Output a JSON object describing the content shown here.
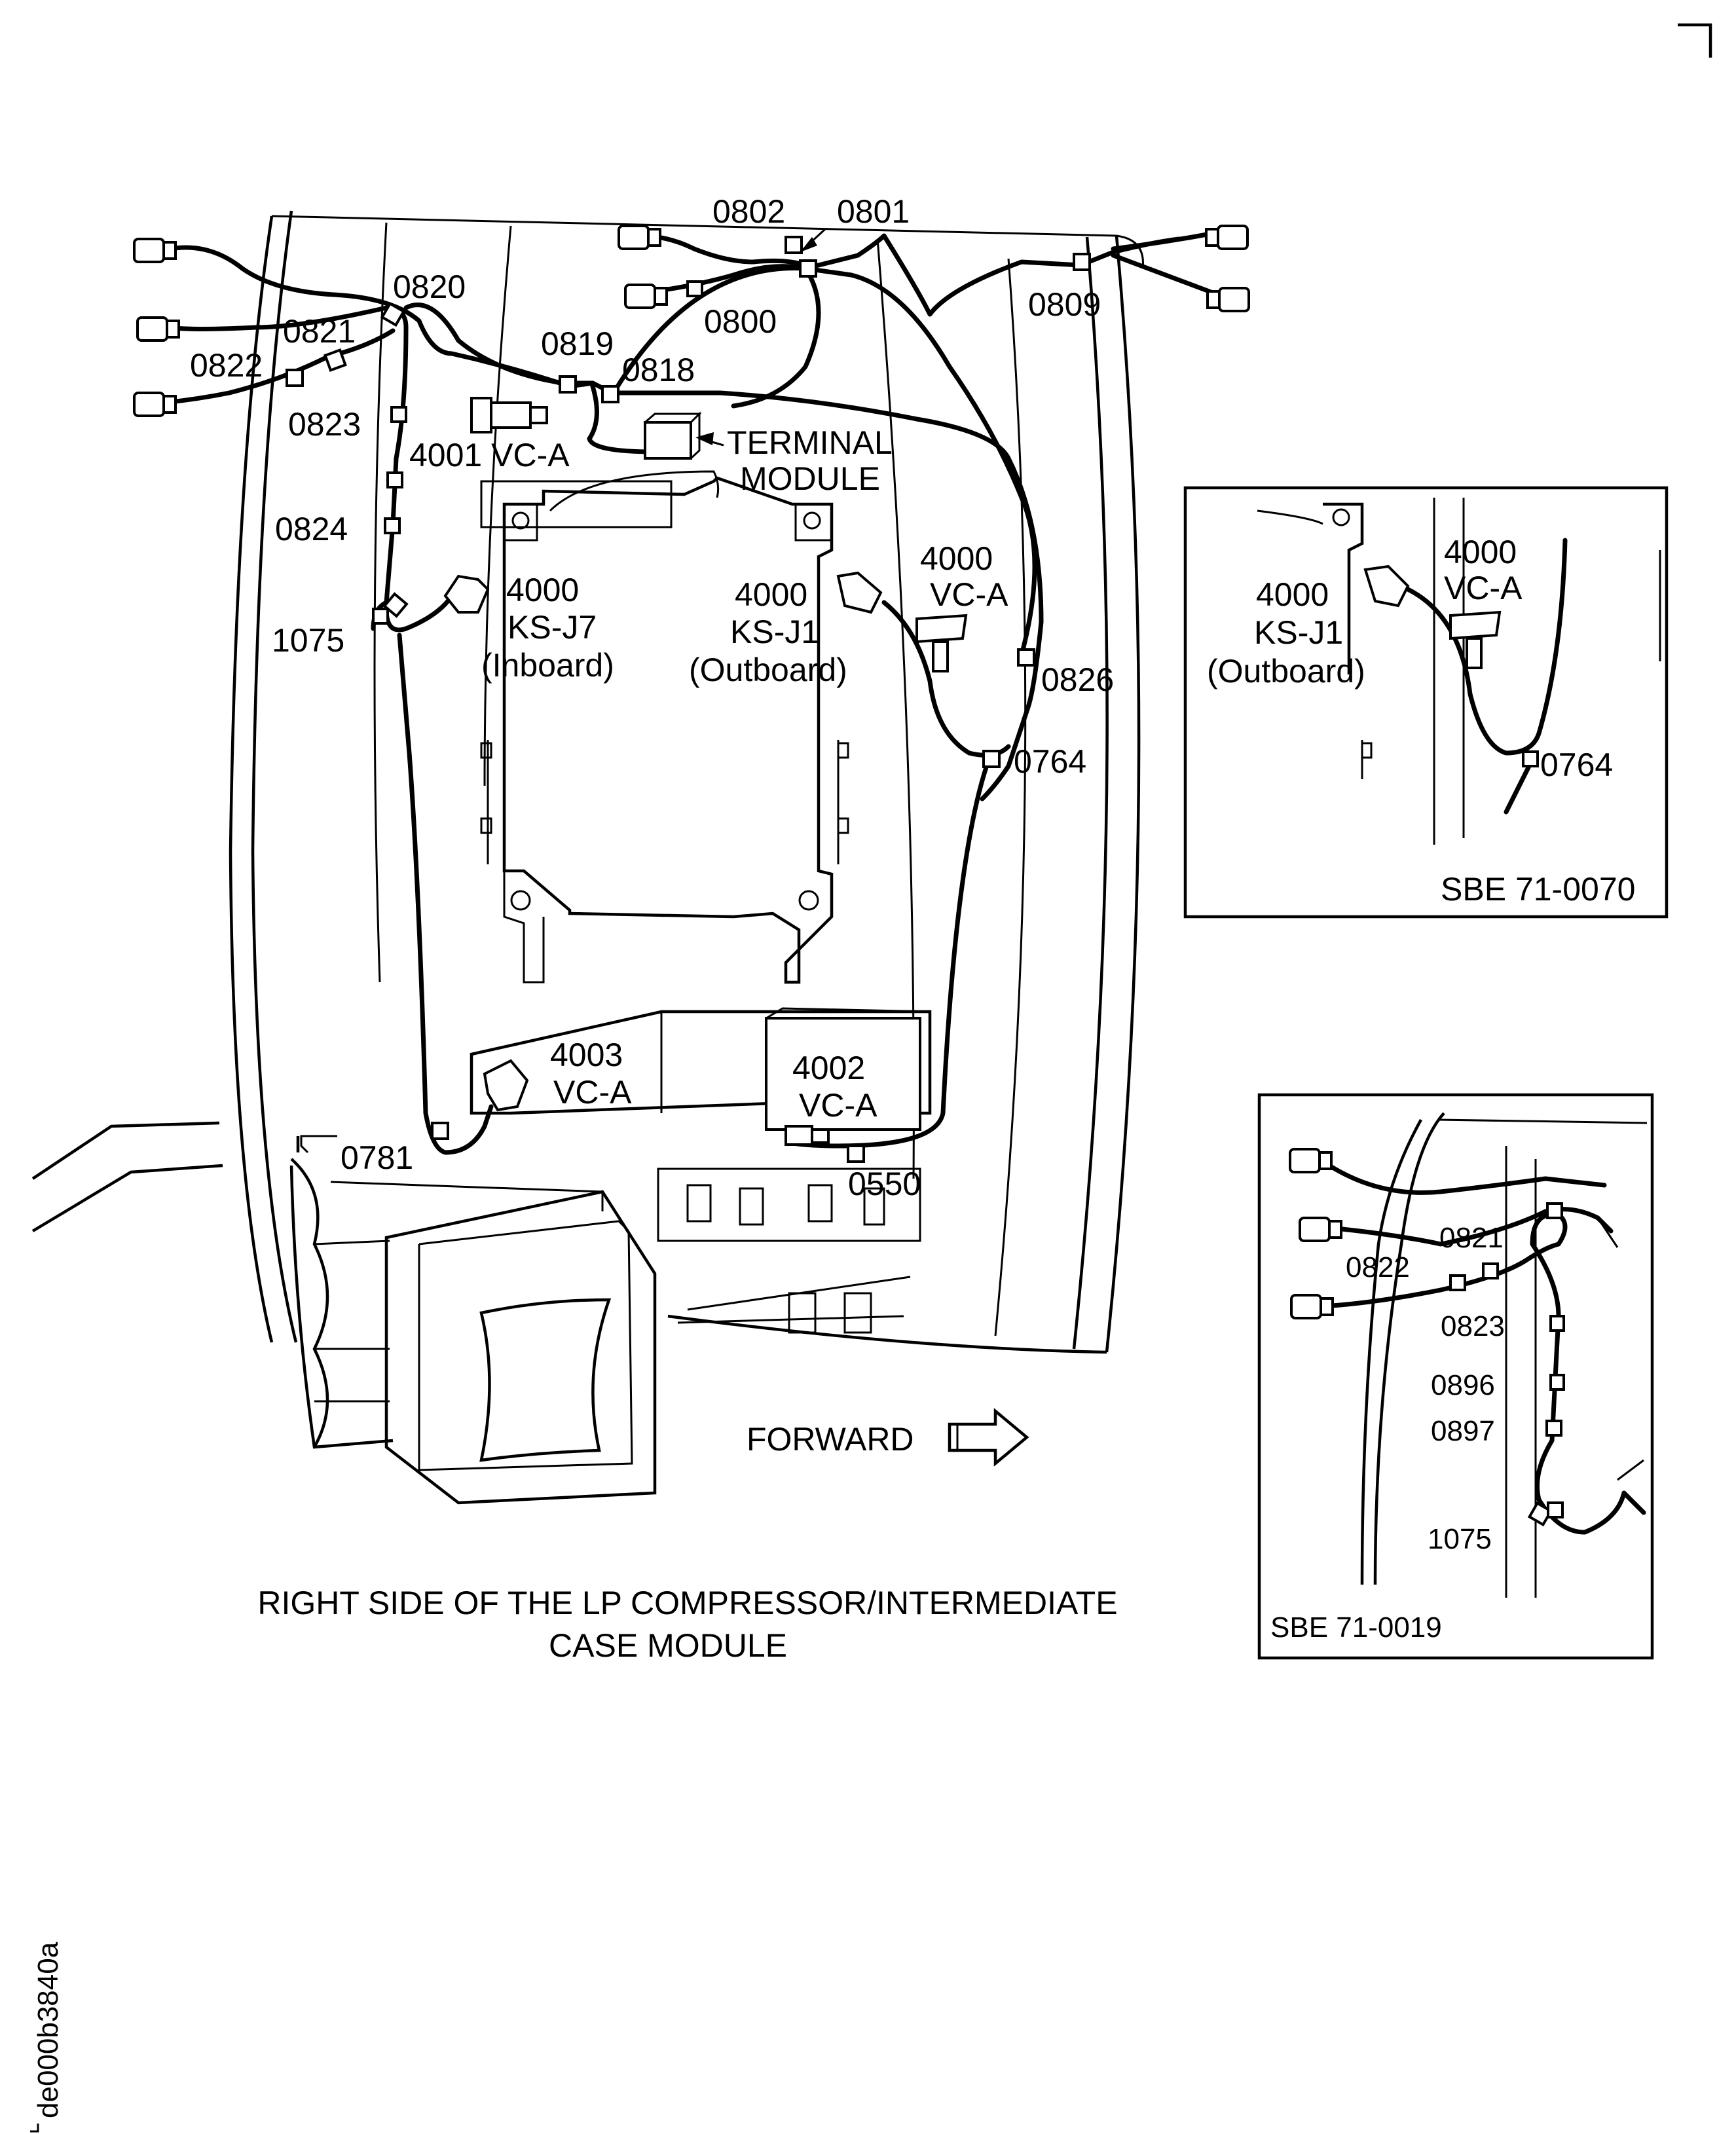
{
  "main_diagram": {
    "callouts": {
      "c0802": "0802",
      "c0801": "0801",
      "c0800": "0800",
      "c0809": "0809",
      "c0820": "0820",
      "c0821": "0821",
      "c0822": "0822",
      "c0819": "0819",
      "c0818": "0818",
      "c0823": "0823",
      "c0824": "0824",
      "c1075": "1075",
      "c0826": "0826",
      "c0764": "0764",
      "c0781": "0781",
      "c0550": "0550"
    },
    "terminal_module": [
      "TERMINAL",
      "MODULE"
    ],
    "vc_4001": "4001 VC-A",
    "ks_j7": [
      "4000",
      "KS-J7",
      "(Inboard)"
    ],
    "ks_j1": [
      "4000",
      "KS-J1",
      "(Outboard)"
    ],
    "vc_4000": [
      "4000",
      "VC-A"
    ],
    "vc_4003": [
      "4003",
      "VC-A"
    ],
    "vc_4002": [
      "4002",
      "VC-A"
    ],
    "forward": "FORWARD",
    "caption": [
      "RIGHT SIDE OF THE LP COMPRESSOR/INTERMEDIATE",
      "CASE MODULE"
    ]
  },
  "inset_top": {
    "vc_4000": [
      "4000",
      "VC-A"
    ],
    "ks_j1": [
      "4000",
      "KS-J1",
      "(Outboard)"
    ],
    "c0764": "0764",
    "ref": "SBE 71-0070"
  },
  "inset_bottom": {
    "c0821": "0821",
    "c0822": "0822",
    "c0823": "0823",
    "c0896": "0896",
    "c0897": "0897",
    "c1075": "1075",
    "ref": "SBE 71-0019"
  },
  "figure_id": "de000b3840a"
}
